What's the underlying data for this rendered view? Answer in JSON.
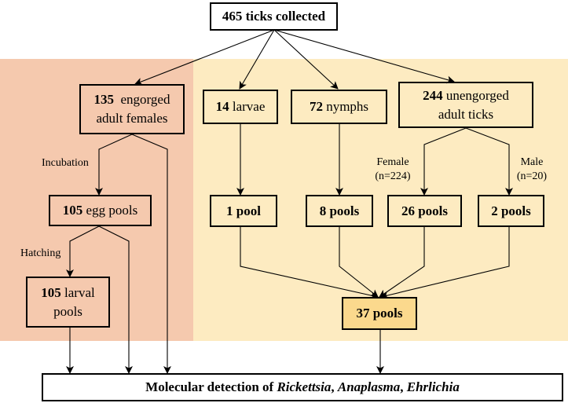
{
  "nodes": {
    "total": {
      "count": "465",
      "text": "ticks collected"
    },
    "engorged": {
      "count": "135",
      "line1": "engorged",
      "line2": "adult females"
    },
    "larvae": {
      "count": "14",
      "text": "larvae"
    },
    "nymphs": {
      "count": "72",
      "text": "nymphs"
    },
    "unengorged": {
      "count": "244",
      "line1": "unengorged",
      "line2": "adult ticks"
    },
    "egg_pools": {
      "count": "105",
      "text": "egg pools"
    },
    "larval_pools": {
      "count": "105",
      "line1": "larval",
      "line2": "pools"
    },
    "pool_larvae": {
      "text": "1 pool"
    },
    "pool_nymphs": {
      "text": "8 pools"
    },
    "pool_female": {
      "text": "26 pools"
    },
    "pool_male": {
      "text": "2 pools"
    },
    "combined": {
      "text": "37 pools"
    },
    "detection": {
      "prefix": "Molecular detection of",
      "rickettsia": "Rickettsia",
      "sep1": ",",
      "anaplasma": "Anaplasma",
      "sep2": ",",
      "ehrlichia": "Ehrlichia"
    }
  },
  "edge_labels": {
    "incubation": "Incubation",
    "hatching": "Hatching",
    "female": "Female",
    "female_n": "(n=224)",
    "male": "Male",
    "male_n": "(n=20)"
  },
  "colors": {
    "left_panel": "#f5c9ae",
    "right_panel": "#fdebc1",
    "highlight_box": "#fbd98d"
  }
}
